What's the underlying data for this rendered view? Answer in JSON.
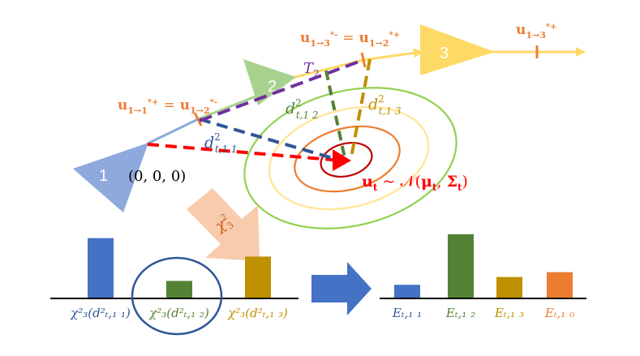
{
  "colors": {
    "blue": "#8EA9DB",
    "green": "#A9D18E",
    "yellow": "#FFD966",
    "orange": "#ED7D31",
    "red": "#FF0000",
    "dark_red": "#C00000",
    "purple": "#7030A0",
    "dark_blue": "#2F5597",
    "dark_green": "#548235",
    "gold": "#BF9000",
    "bar_blue": "#4472C4",
    "bar_green": "#548235",
    "bar_gold": "#BF9000",
    "bar_orange": "#ED7D31",
    "peach": "#F8CBAD",
    "ellipse_green": "#92D050",
    "ellipse_yellow": "#FFE699",
    "circle_navy": "#2F5597"
  },
  "triangles": [
    {
      "label": "1",
      "color": "blue"
    },
    {
      "label": "2",
      "color": "green"
    },
    {
      "label": "3",
      "color": "yellow"
    }
  ],
  "labels": {
    "origin": "(0, 0, 0)",
    "u_equal_12": {
      "lhs": "u",
      "lhs_sub": "1→1",
      "lhs_sup": "*",
      "lhs_plus": "+",
      "eq": "=",
      "rhs": "u",
      "rhs_sub": "1→2",
      "rhs_sup": "*",
      "rhs_plus": "-"
    },
    "u_equal_23": {
      "lhs": "u",
      "lhs_sub": "1→3",
      "lhs_sup": "*",
      "lhs_plus": "-",
      "eq": "=",
      "rhs": "u",
      "rhs_sub": "1→2",
      "rhs_sup": "*",
      "rhs_plus": "+"
    },
    "u_13_plus": {
      "main": "u",
      "sub": "1→3",
      "sup": "*",
      "plus": "+"
    },
    "T2": {
      "main": "T",
      "sub": "2"
    },
    "d11": {
      "main": "d",
      "sup": "2",
      "sub": "t,1 1"
    },
    "d12": {
      "main": "d",
      "sup": "2",
      "sub": "t,1 2"
    },
    "d13": {
      "main": "d",
      "sup": "2",
      "sub": "t,1 3"
    },
    "ut_dist": {
      "lhs": "u",
      "lhs_sub": "t",
      "tilde": " ~ ",
      "N": "𝒩",
      "open": "(",
      "mu": "μ",
      "mu_sub": "t",
      "comma": ", ",
      "sigma": "Σ",
      "sigma_sub": "t",
      "close": ")"
    },
    "chi3": {
      "main": "χ",
      "sub": "3",
      "sup": "2"
    }
  },
  "bars_left": [
    {
      "color": "bar_blue",
      "value": 0.62,
      "label": "χ²₃(d²ₜ,₁ ₁)",
      "label_color": "dark_blue"
    },
    {
      "color": "bar_green",
      "value": 0.18,
      "label": "χ²₃(d²ₜ,₁ ₂)",
      "label_color": "dark_green"
    },
    {
      "color": "bar_gold",
      "value": 0.43,
      "label": "χ²₃(d²ₜ,₁ ₃)",
      "label_color": "gold"
    }
  ],
  "bars_right": [
    {
      "color": "bar_blue",
      "value": 0.14,
      "label": "Eₜ,₁ ₁",
      "label_color": "dark_blue"
    },
    {
      "color": "bar_green",
      "value": 0.66,
      "label": "Eₜ,₁ ₂",
      "label_color": "dark_green"
    },
    {
      "color": "bar_gold",
      "value": 0.22,
      "label": "Eₜ,₁ ₃",
      "label_color": "gold"
    },
    {
      "color": "bar_orange",
      "value": 0.27,
      "label": "Eₜ,₁ ₀",
      "label_color": "bar_orange"
    }
  ]
}
